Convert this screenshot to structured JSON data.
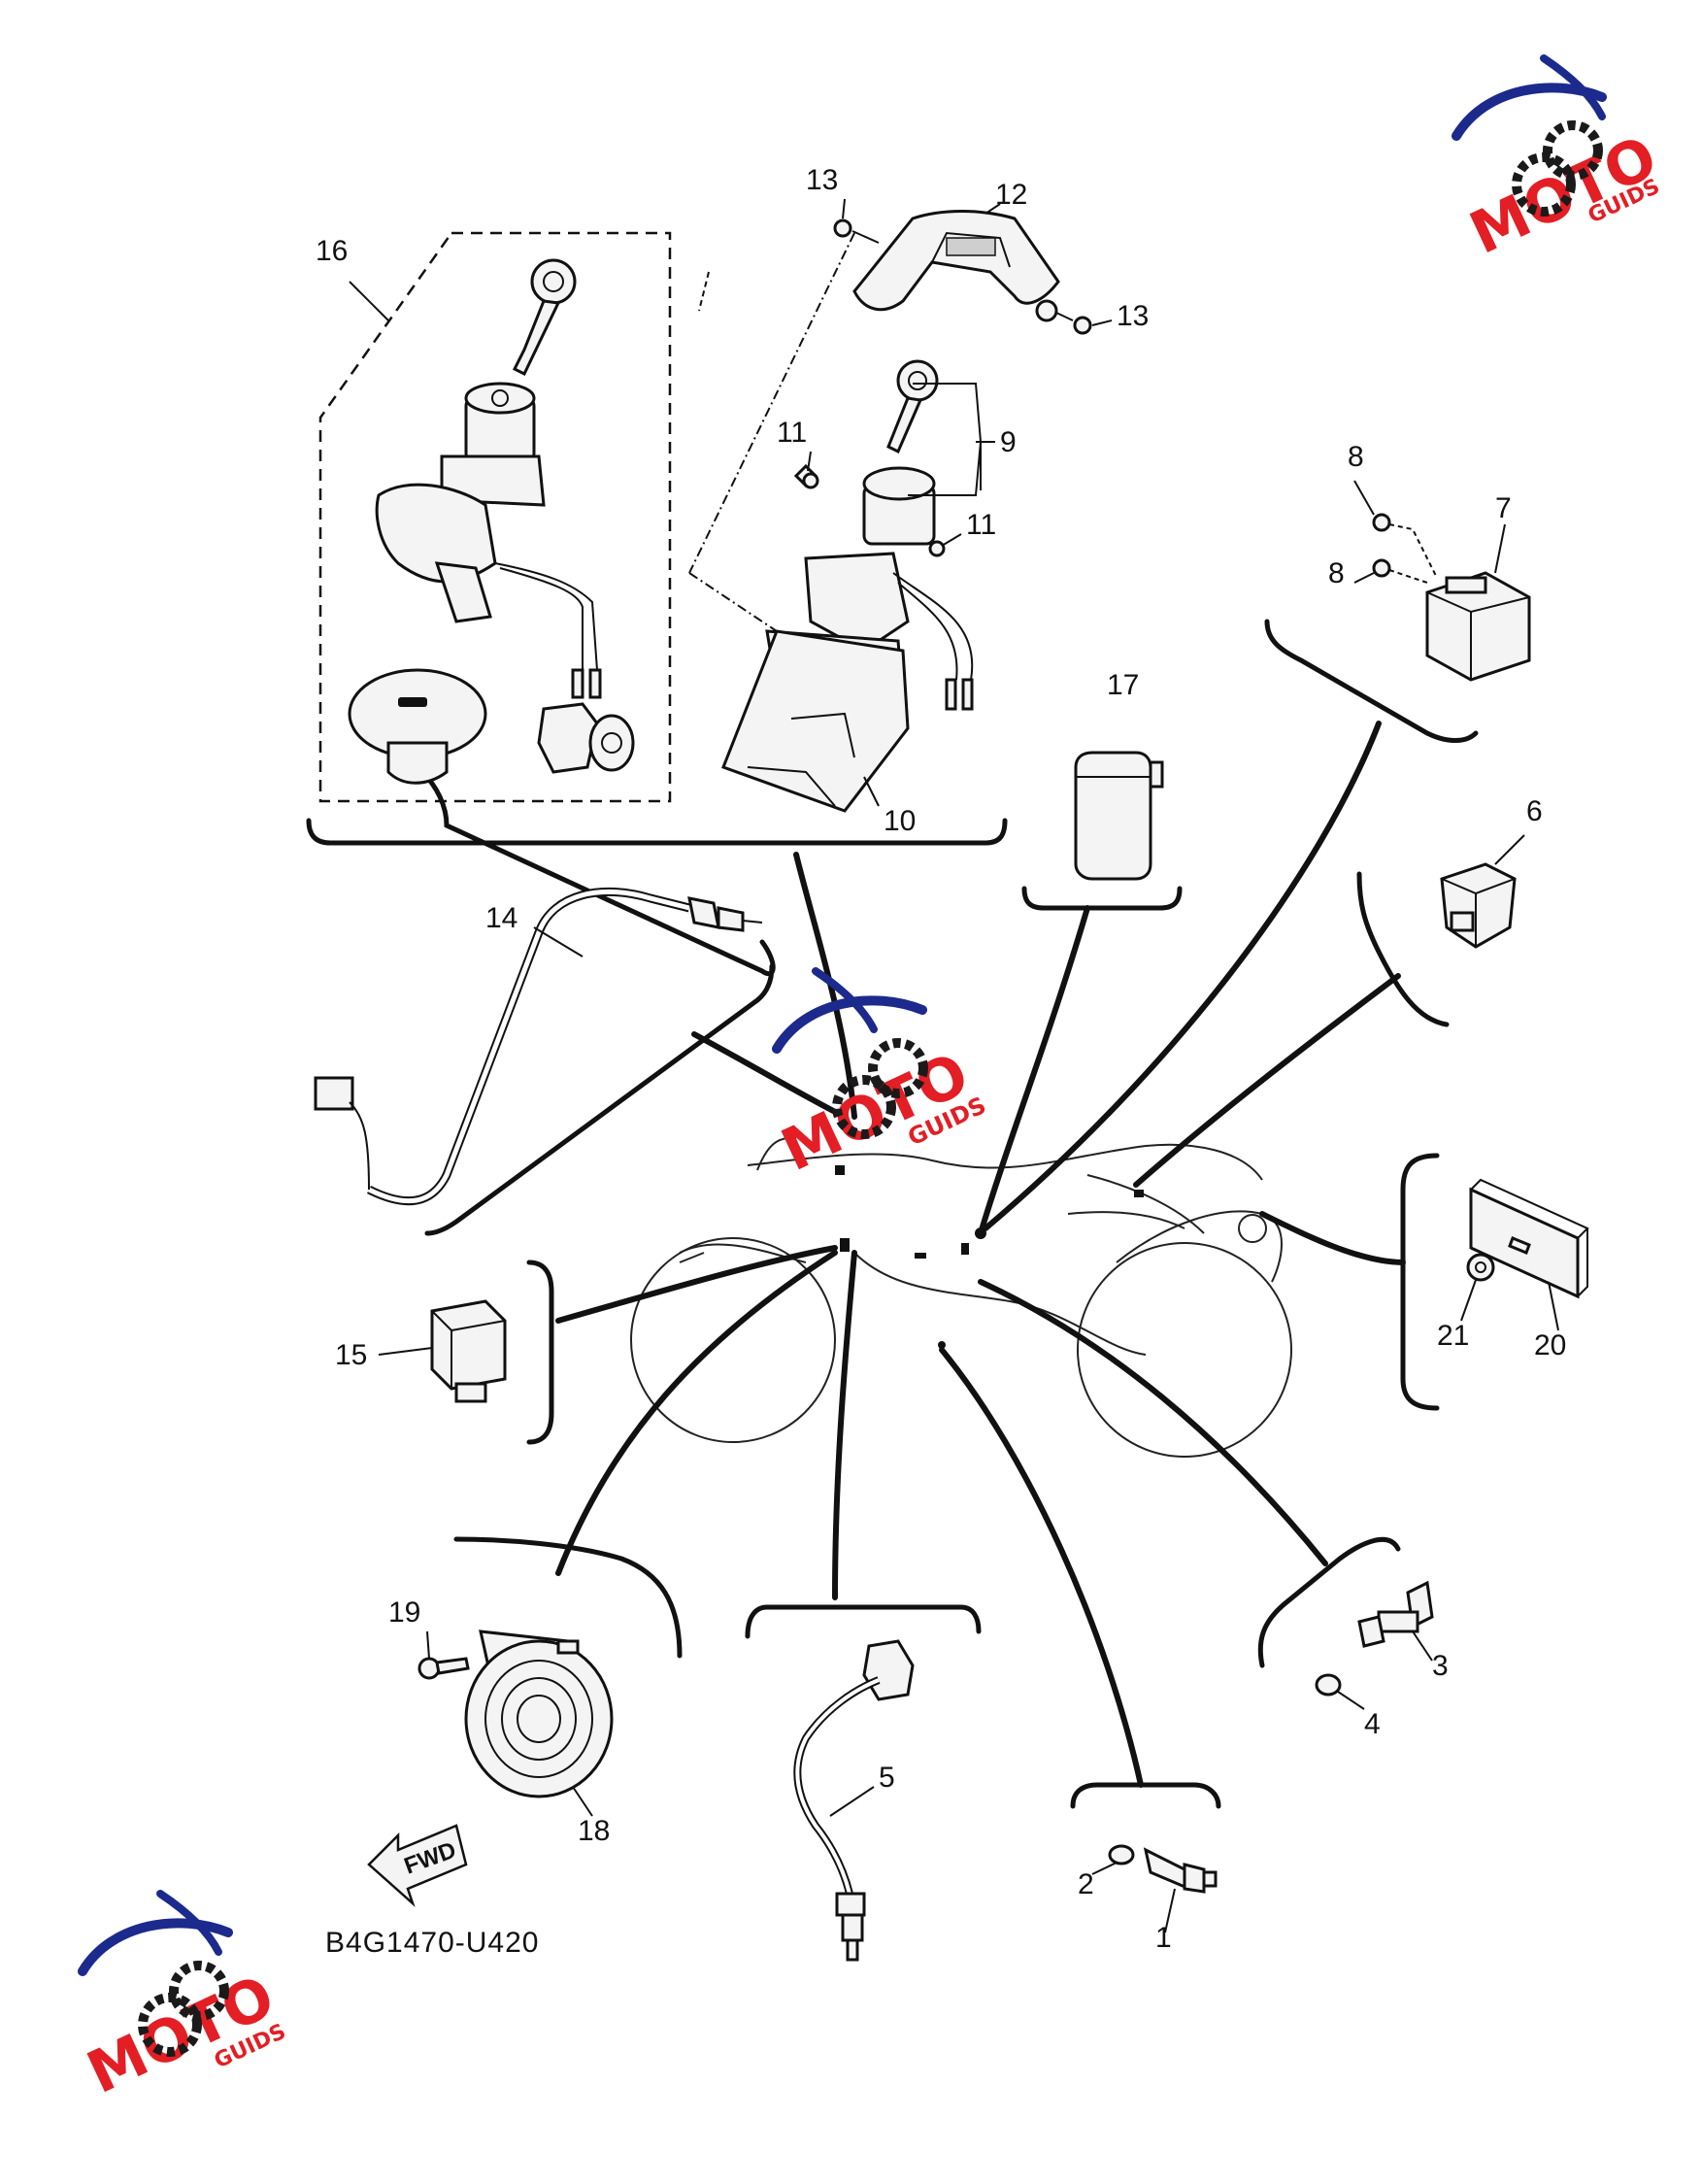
{
  "diagram_code": "B4G1470-U420",
  "fwd_label": "FWD",
  "logo": {
    "line1": "MOTO",
    "line2": "GUIDS",
    "red": "#e31e24",
    "blue": "#1b2a8c",
    "dark": "#1a1a1a"
  },
  "callouts": {
    "c1": "1",
    "c2": "2",
    "c3": "3",
    "c4": "4",
    "c5": "5",
    "c6": "6",
    "c7": "7",
    "c8a": "8",
    "c8b": "8",
    "c9": "9",
    "c10": "10",
    "c11a": "11",
    "c11b": "11",
    "c12": "12",
    "c13a": "13",
    "c13b": "13",
    "c14": "14",
    "c15": "15",
    "c16": "16",
    "c17": "17",
    "c18": "18",
    "c19": "19",
    "c20": "20",
    "c21": "21"
  }
}
